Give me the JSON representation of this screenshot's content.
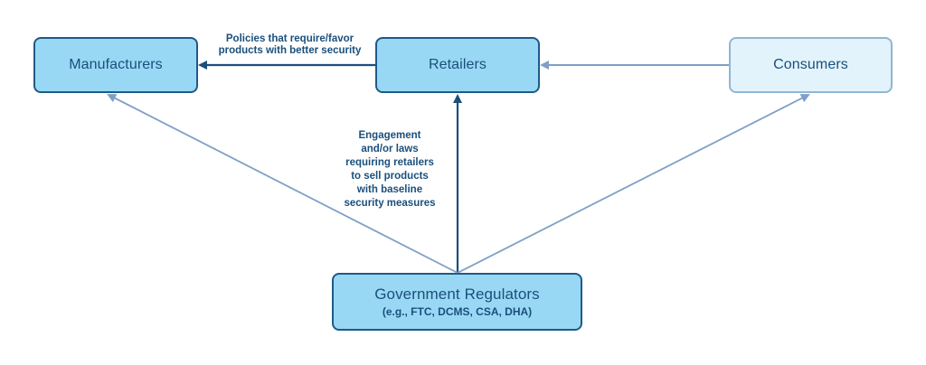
{
  "nodes": {
    "manufacturers": {
      "label": "Manufacturers"
    },
    "retailers": {
      "label": "Retailers"
    },
    "consumers": {
      "label": "Consumers"
    },
    "regulators": {
      "label": "Government Regulators",
      "sublabel": "(e.g., FTC, DCMS, CSA, DHA)"
    }
  },
  "edges": {
    "retailers_to_manufacturers": {
      "label": "Policies that require/favor\nproducts with better security"
    },
    "regulators_to_retailers": {
      "label": "Engagement\nand/or laws\nrequiring retailers\nto sell products\nwith baseline\nsecurity measures"
    }
  },
  "colors": {
    "strong_arrow": "#1a4f7c",
    "light_arrow": "#7f9fc7",
    "node_fill": "#99d8f4",
    "node_fill_light": "#e3f3fb",
    "text": "#1a4f7c"
  }
}
